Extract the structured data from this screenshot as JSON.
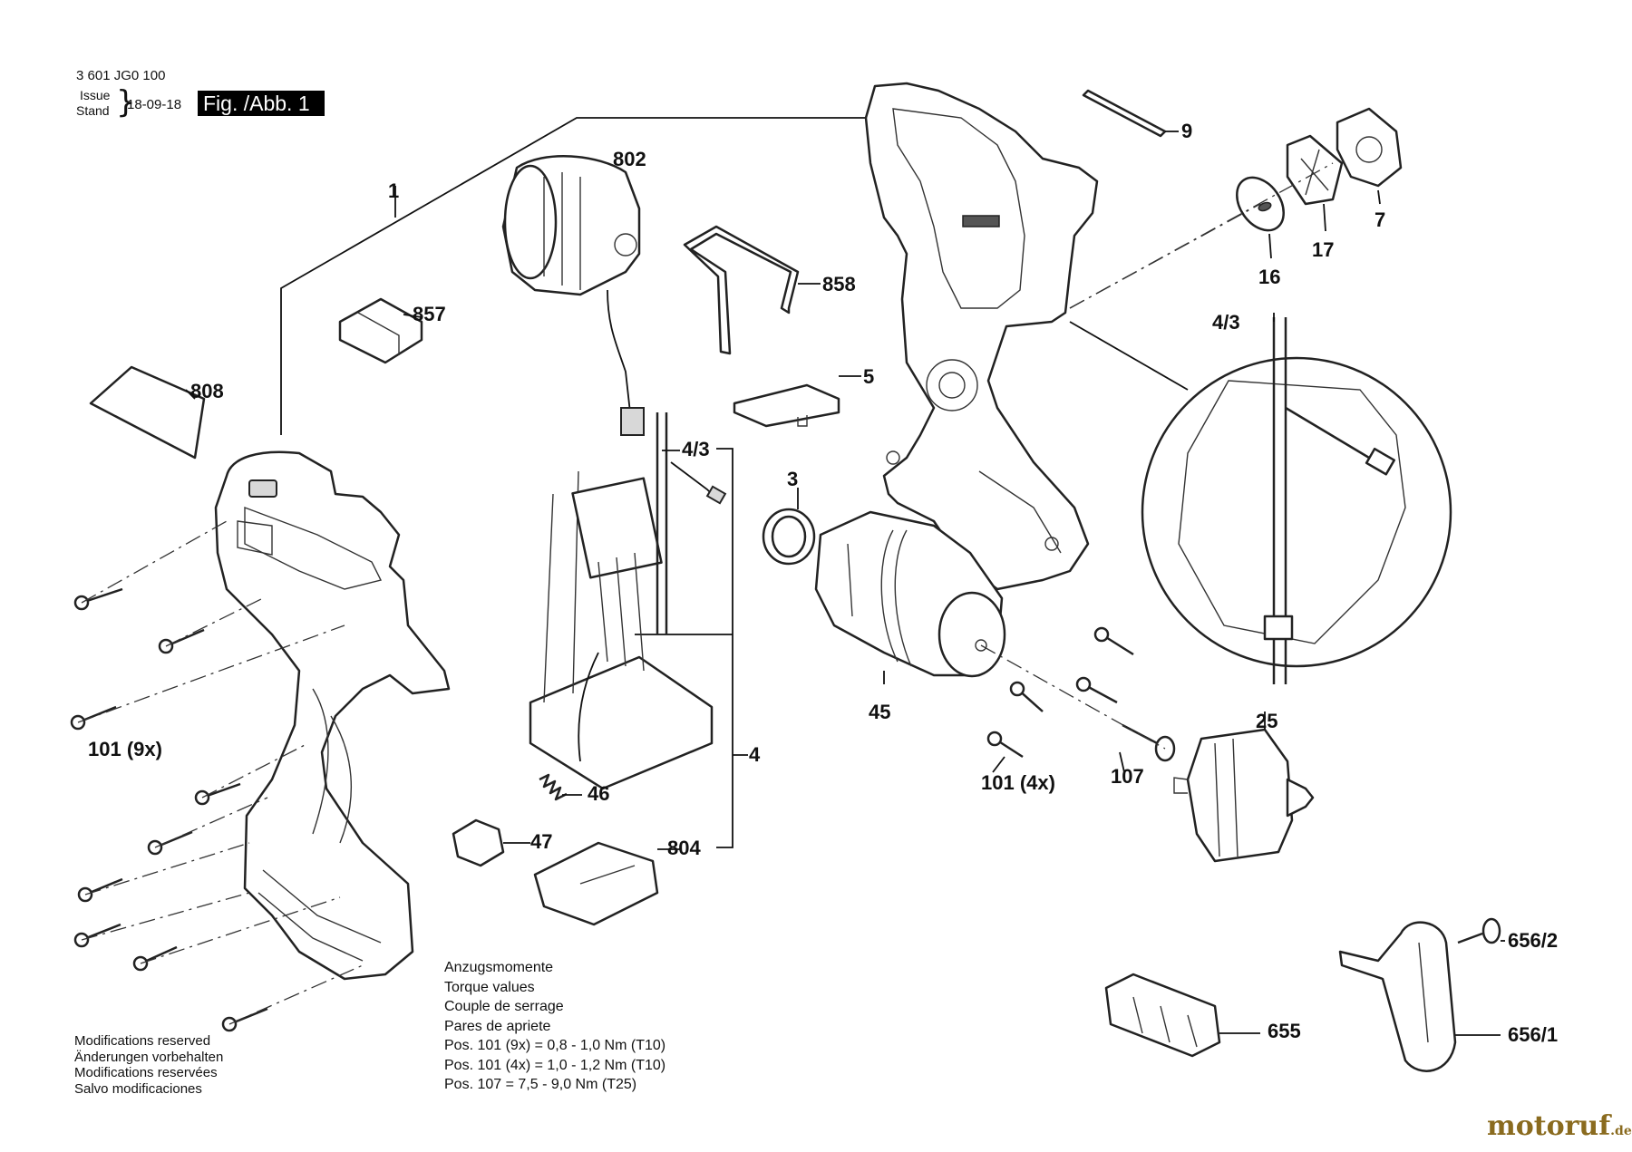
{
  "header": {
    "doc_number": "3 601 JG0 100",
    "issue_label": "Issue",
    "stand_label": "Stand",
    "date": "18-09-18",
    "figure_label": "Fig. /Abb. 1"
  },
  "labels": {
    "l1": "1",
    "l802": "802",
    "l858": "858",
    "l857": "857",
    "l808": "808",
    "l5": "5",
    "l43a": "4/3",
    "l43b": "4/3",
    "l3": "3",
    "l4": "4",
    "l45": "45",
    "l46": "46",
    "l47": "47",
    "l804": "804",
    "l101a": "101 (9x)",
    "l101b": "101 (4x)",
    "l107": "107",
    "l25": "25",
    "l9": "9",
    "l7": "7",
    "l17": "17",
    "l16": "16",
    "l6562": "656/2",
    "l6561": "656/1",
    "l655": "655"
  },
  "torque": {
    "title_de": "Anzugsmomente",
    "title_en": "Torque values",
    "title_fr": "Couple de serrage",
    "title_es": "Pares de apriete",
    "line1": "Pos. 101 (9x) = 0,8 - 1,0 Nm (T10)",
    "line2": "Pos. 101 (4x) = 1,0 - 1,2 Nm (T10)",
    "line3": "Pos. 107 = 7,5 - 9,0 Nm (T25)"
  },
  "notes": {
    "en": "Modifications reserved",
    "de": "Änderungen vorbehalten",
    "fr": "Modifications reservées",
    "es": "Salvo modificaciones"
  },
  "watermark": {
    "brand": "motoruf",
    "tld": ".de"
  },
  "colors": {
    "line": "#222222",
    "watermark": "#8a6b1f",
    "figure_box": "#000000"
  }
}
